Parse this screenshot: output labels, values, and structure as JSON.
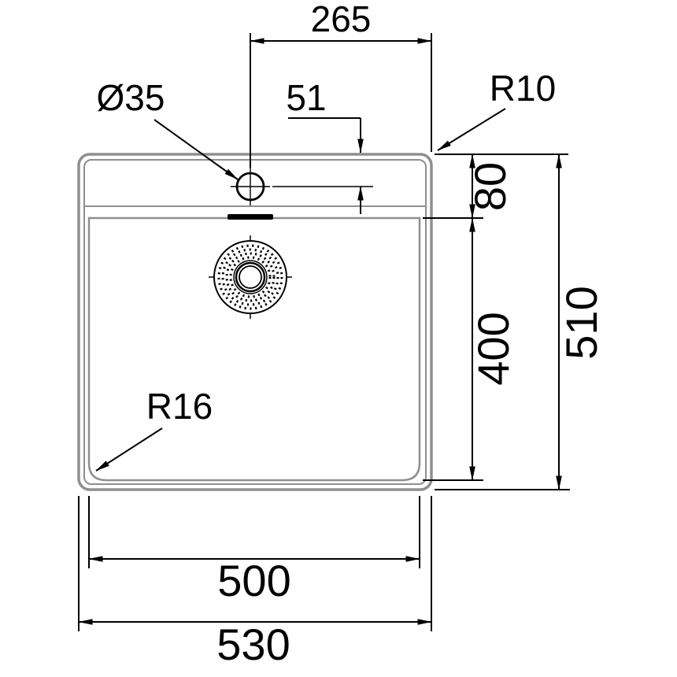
{
  "drawing": {
    "labels": {
      "top_width": "265",
      "hole_offset": "51",
      "hole_diameter": "Ø35",
      "outer_corner_radius": "R10",
      "deck_depth": "80",
      "bowl_depth": "400",
      "overall_depth": "510",
      "bowl_width": "500",
      "overall_width": "530",
      "bowl_corner_radius": "R16"
    },
    "colors": {
      "background": "#ffffff",
      "outline": "#8f8f8f",
      "dimension": "#000000"
    }
  }
}
